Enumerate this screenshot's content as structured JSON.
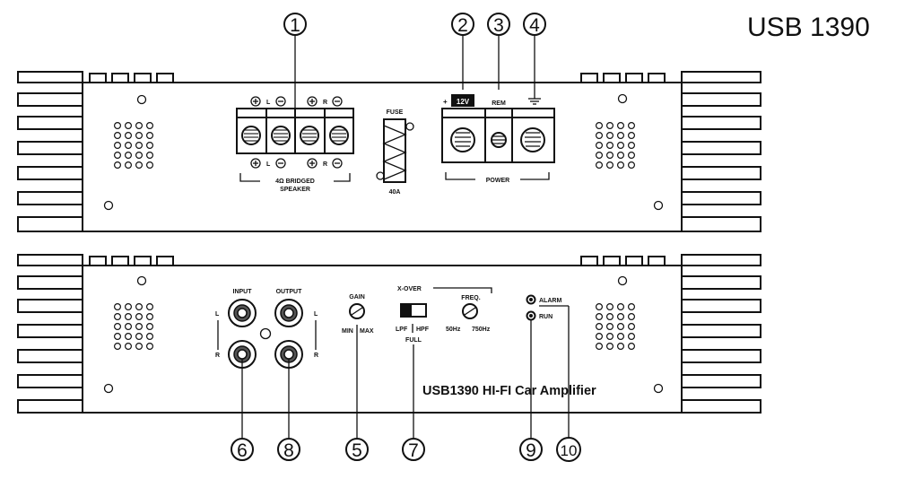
{
  "model_title": "USB 1390",
  "top_panel": {
    "speaker_terminals": {
      "top_marks": [
        "L",
        "R"
      ],
      "bottom_marks": [
        "L",
        "R"
      ],
      "caption_line1": "4Ω BRIDGED",
      "caption_line2": "SPEAKER"
    },
    "fuse": {
      "label": "FUSE",
      "rating": "40A"
    },
    "power": {
      "plus_sign": "+",
      "v12_label": "12V",
      "rem_label": "REM",
      "caption": "POWER"
    }
  },
  "bottom_panel": {
    "input_label": "INPUT",
    "output_label": "OUTPUT",
    "input_l": "L",
    "input_r": "R",
    "output_l": "L",
    "output_r": "R",
    "gain": {
      "label": "GAIN",
      "min": "MIN",
      "max": "MAX"
    },
    "xover": {
      "label": "X-OVER",
      "lpf": "LPF",
      "hpf": "HPF",
      "full": "FULL"
    },
    "freq": {
      "label": "FREQ.",
      "low": "50Hz",
      "high": "750Hz"
    },
    "alarm_label": "ALARM",
    "run_label": "RUN",
    "brand_text": "USB1390 HI-FI Car Amplifier"
  },
  "callouts": [
    "1",
    "2",
    "3",
    "4",
    "5",
    "6",
    "7",
    "8",
    "9",
    "10"
  ]
}
